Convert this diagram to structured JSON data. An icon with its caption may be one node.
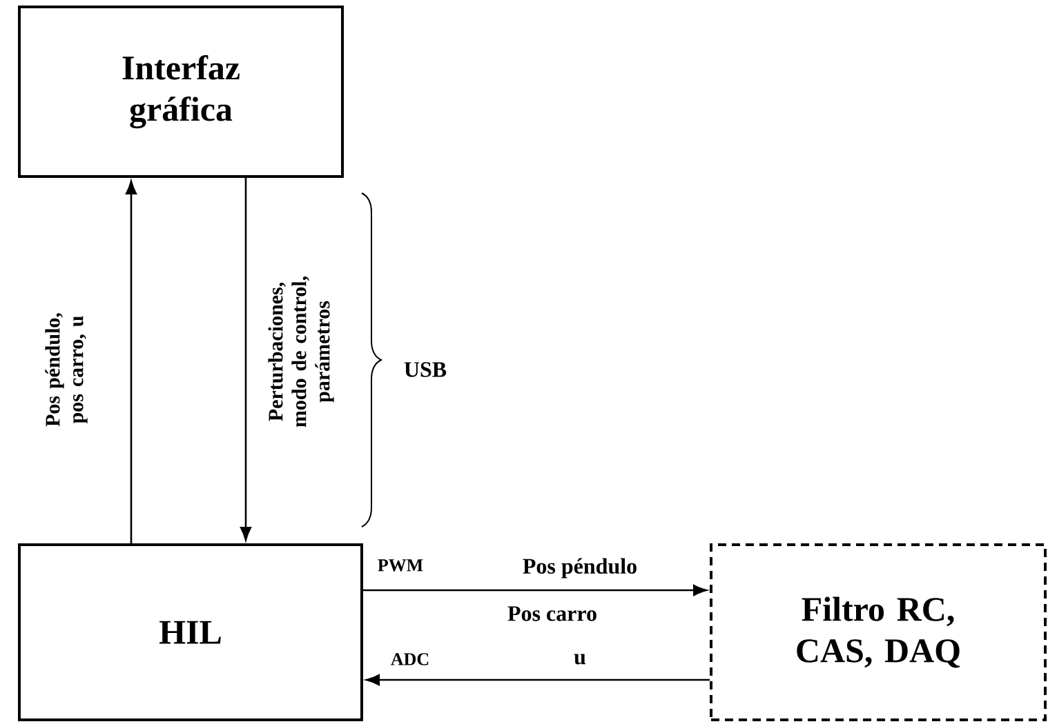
{
  "diagram": {
    "nodes": [
      {
        "text": [
          "Interfaz gráfica"
        ]
      },
      {
        "text": [
          "HIL"
        ]
      },
      {
        "text": [
          "Filtro RC, CAS, DAQ"
        ]
      }
    ],
    "edges": [
      {
        "from": 1,
        "to": 0,
        "arrow": "to",
        "label": "Pos péndulo, pos carro, u"
      },
      {
        "from": 0,
        "to": 1,
        "arrow": "to",
        "label": "Perturbaciones, modo de control, parámetros"
      },
      {
        "from": 1,
        "to": 2,
        "arrow": "to",
        "label": "Pos péndulo"
      },
      {
        "from": 2,
        "to": 1,
        "arrow": "to",
        "label": "u"
      }
    ],
    "labels": [
      "USB",
      "PWM",
      "Pos carro",
      "ADC"
    ]
  }
}
